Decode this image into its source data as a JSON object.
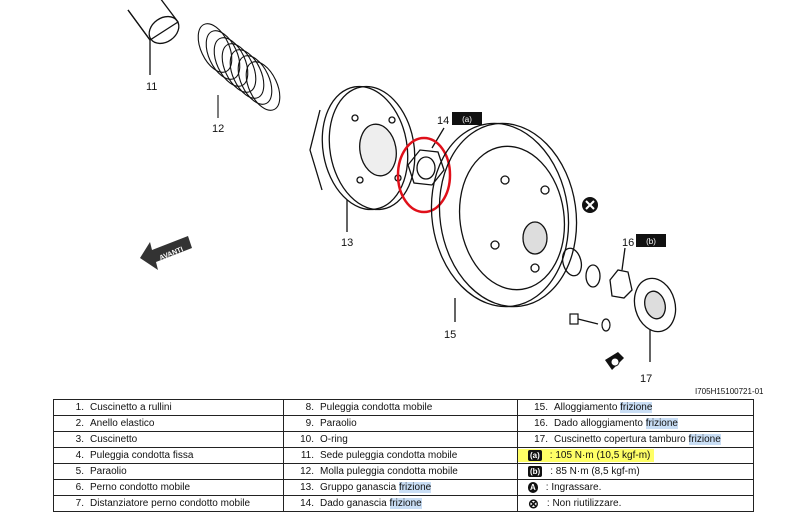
{
  "diagram": {
    "callouts": {
      "p11": "11",
      "p12": "12",
      "p13": "13",
      "p14": "14",
      "p15": "15",
      "p16": "16",
      "p17": "17"
    },
    "torque_a": "(a)",
    "torque_b": "(b)",
    "direction_label": "AVANTI",
    "figure_code": "I705H15100721-01"
  },
  "legend": {
    "rows": [
      {
        "c1n": "1.",
        "c1": "Cuscinetto a rullini",
        "c2n": "8.",
        "c2": "Puleggia condotta mobile",
        "c3n": "15.",
        "c3": "Alloggiamento",
        "c3term": "frizione"
      },
      {
        "c1n": "2.",
        "c1": "Anello elastico",
        "c2n": "9.",
        "c2": "Paraolio",
        "c3n": "16.",
        "c3": "Dado alloggiamento",
        "c3term": "frizione"
      },
      {
        "c1n": "3.",
        "c1": "Cuscinetto",
        "c2n": "10.",
        "c2": "O-ring",
        "c3n": "17.",
        "c3": "Cuscinetto copertura tamburo",
        "c3term": "frizione"
      },
      {
        "c1n": "4.",
        "c1": "Puleggia condotta fissa",
        "c2n": "11.",
        "c2": "Sede puleggia condotta mobile",
        "c3sym": "(a)",
        "c3": ": 105 N·m (10,5 kgf-m)"
      },
      {
        "c1n": "5.",
        "c1": "Paraolio",
        "c2n": "12.",
        "c2": "Molla puleggia condotta mobile",
        "c3sym": "(b)",
        "c3": ": 85 N·m (8,5 kgf-m)"
      },
      {
        "c1n": "6.",
        "c1": "Perno condotto mobile",
        "c2n": "13.",
        "c2": "Gruppo ganascia",
        "c2term": "frizione",
        "c3sym": "A",
        "c3": ": Ingrassare."
      },
      {
        "c1n": "7.",
        "c1": "Distanziatore perno condotto mobile",
        "c2n": "14.",
        "c2": "Dado ganascia",
        "c2term": "frizione",
        "c3sym": "⊗",
        "c3": ": Non riutilizzare."
      }
    ]
  },
  "colors": {
    "highlight": "#ffff66",
    "term_highlight": "#c9def5",
    "circle_mark": "#e0101a"
  }
}
